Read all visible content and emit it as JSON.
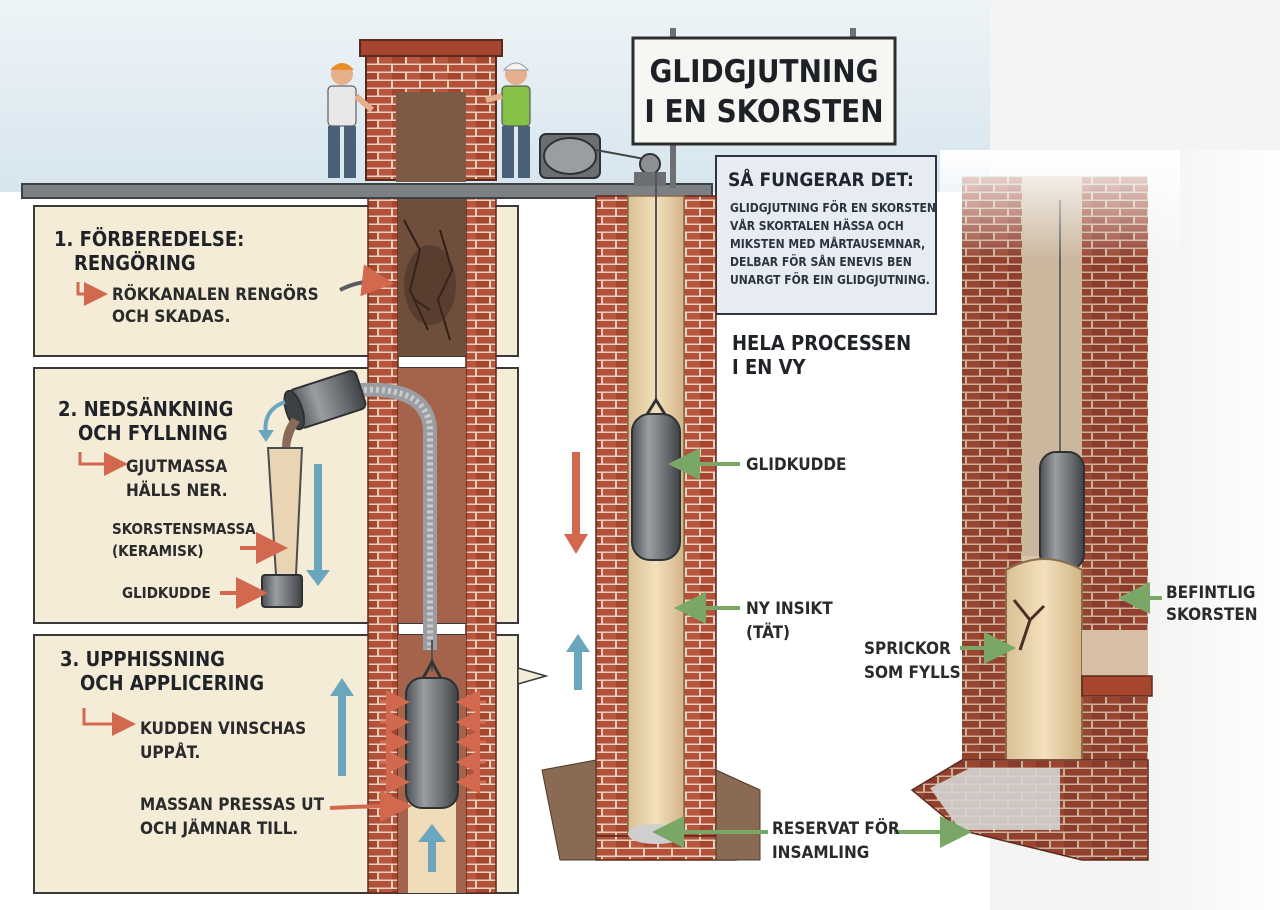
{
  "sign": {
    "line1": "GLIDGJUTNING",
    "line2": "I EN SKORSTEN"
  },
  "info_box": {
    "title": "SÅ FUNGERAR DET:",
    "lines": [
      "GLIDGJUTNING FÖR EN SKORSTEN",
      "VÅR SKORTALEN HÄSSA OCH",
      "MIKSTEN MED MÅRTAUSEMNAR,",
      "DELBAR FÖR SÅN ENEVIS BEN",
      "UNARGT FÖR EIN GLIDGJUTNING."
    ]
  },
  "steps": [
    {
      "title1": "1. FÖRBEREDELSE:",
      "title2": "RENGÖRING",
      "desc1": "RÖKKANALEN RENGÖRS",
      "desc2": "OCH SKADAS."
    },
    {
      "title1": "2. NEDSÄNKNING",
      "title2": "OCH FYLLNING",
      "desc1": "GJUTMASSA",
      "desc2": "HÄLLS NER.",
      "label_mass1": "SKORSTENSMASSA",
      "label_mass2": "(KERAMISK)",
      "label_cushion": "GLIDKUDDE"
    },
    {
      "title1": "3. UPPHISSNING",
      "title2": "OCH APPLICERING",
      "desc1": "KUDDEN VINSCHAS",
      "desc2": "UPPÅT.",
      "desc3": "MASSAN PRESSAS UT",
      "desc4": "OCH JÄMNAR TILL."
    }
  ],
  "overview": {
    "title1": "HELA PROCESSEN",
    "title2": "I EN VY",
    "glidkudde": "GLIDKUDDE",
    "insikt1": "NY INSIKT",
    "insikt2": "(TÄT)",
    "reservat1": "RESERVAT FÖR",
    "reservat2": "INSAMLING"
  },
  "detail": {
    "befintlig1": "BEFINTLIG",
    "befintlig2": "SKORSTEN",
    "sprickor1": "SPRICKOR",
    "sprickor2": "SOM FYLLS"
  },
  "colors": {
    "brick": "#b5503a",
    "mortar": "#e9d9c3",
    "panel": "#f5ecd8",
    "liner": "#ecd3a8",
    "cushion": "#6d7074",
    "arrow_red": "#d2694f",
    "arrow_blue": "#6aa7bd",
    "arrow_green": "#7aa765",
    "sky": "#dbe8f0"
  }
}
